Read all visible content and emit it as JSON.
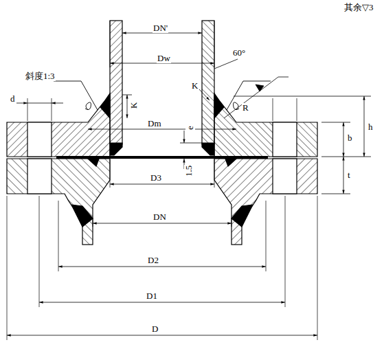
{
  "diagram": {
    "labels": [
      "其余▽3",
      "DN'",
      "Dw",
      "60°",
      "斜度1:3",
      "K",
      "K",
      "R",
      "d",
      "Dm",
      "h",
      "b",
      "t",
      "e",
      "1.5",
      "D3",
      "DN",
      "D2",
      "D1",
      "D"
    ]
  }
}
